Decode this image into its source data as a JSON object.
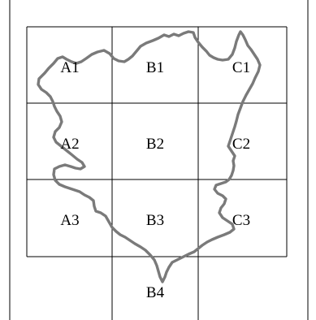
{
  "map": {
    "grid_labels": {
      "a1": "A1",
      "b1": "B1",
      "c1": "C1",
      "a2": "A2",
      "b2": "B2",
      "c2": "C2",
      "a3": "A3",
      "b3": "B3",
      "c3": "C3",
      "b4": "B4"
    },
    "colors": {
      "boundary": "#7a7a7a",
      "grid": "#000000",
      "label": "#000000",
      "background": "#ffffff"
    }
  }
}
